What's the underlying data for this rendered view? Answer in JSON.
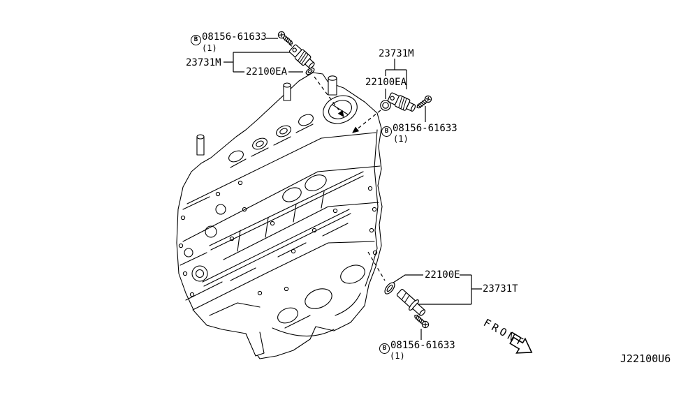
{
  "diagram_code": "J22100U6",
  "front": {
    "label": "FRONT"
  },
  "labels": {
    "left_group": {
      "bolt_prefix": "B",
      "bolt_number": "08156-61633",
      "bolt_qty": "(1)",
      "sensor": "23731M",
      "oring": "22100EA"
    },
    "right_group": {
      "sensor": "23731M",
      "oring": "22100EA",
      "bolt_prefix": "B",
      "bolt_number": "08156-61633",
      "bolt_qty": "(1)"
    },
    "bottom_group": {
      "oring": "22100E",
      "sensor": "23731T",
      "bolt_prefix": "B",
      "bolt_number": "08156-61633",
      "bolt_qty": "(1)"
    }
  },
  "icons": {
    "bolt": "bolt-icon",
    "camshaft_sensor": "camshaft-position-sensor-icon",
    "crankshaft_sensor": "crankshaft-position-sensor-icon",
    "oring": "o-ring-seal-icon",
    "front_arrow": "front-direction-arrow-icon",
    "engine": "engine-line-art"
  },
  "colors": {
    "line": "#000000",
    "background": "#ffffff"
  }
}
